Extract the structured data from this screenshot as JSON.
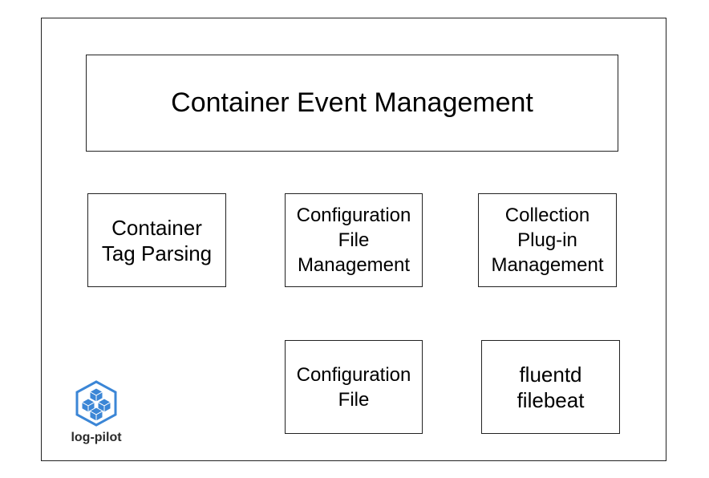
{
  "diagram": {
    "top_box": "Container Event Management",
    "tag_box": "Container\nTag Parsing",
    "config_mgmt_box": "Configuration\nFile\nManagement",
    "plugin_mgmt_box": "Collection\nPlug-in\nManagement",
    "config_file_box": "Configuration\nFile",
    "engines_box": "fluentd\nfilebeat"
  },
  "logo": {
    "text": "log-pilot",
    "icon": "cube-cluster-icon",
    "color": "#3b86d6"
  }
}
